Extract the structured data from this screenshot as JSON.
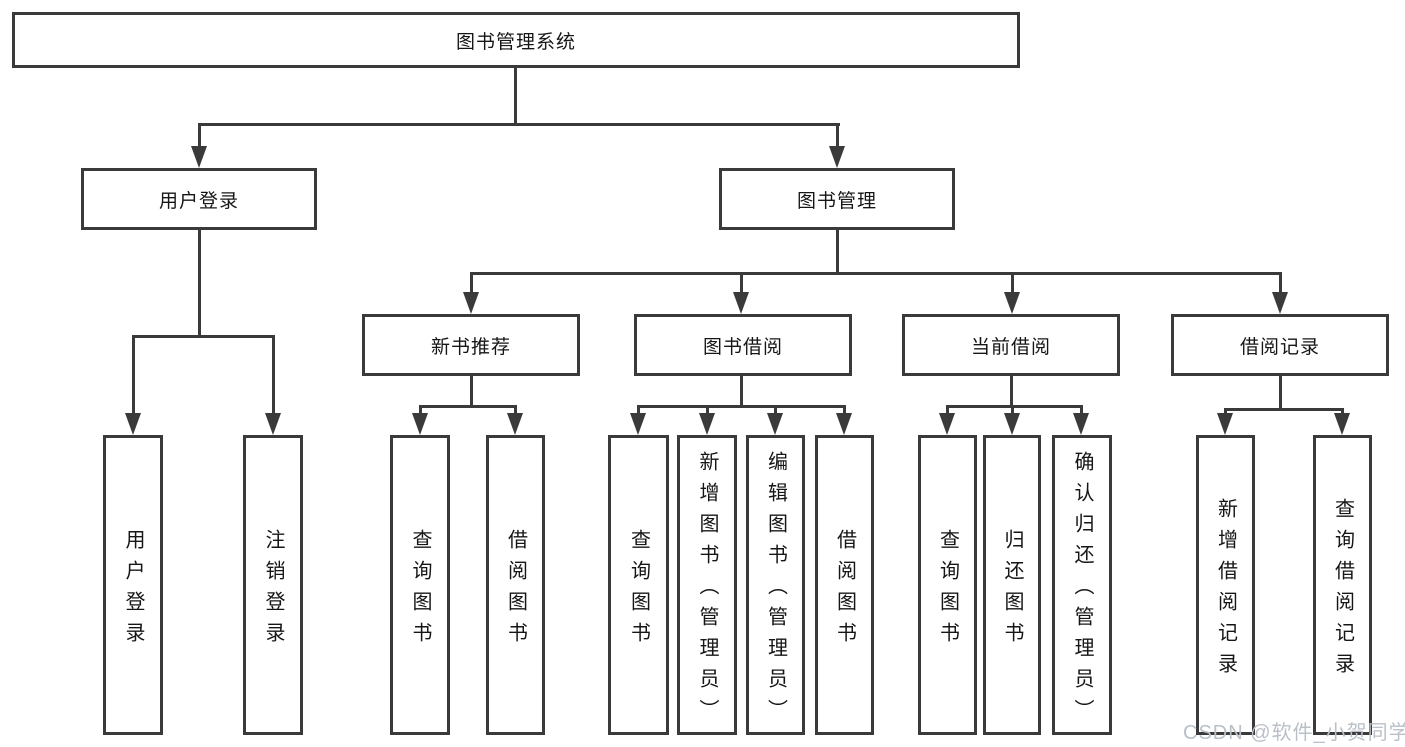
{
  "diagram": {
    "root": {
      "label": "图书管理系统"
    },
    "children": [
      {
        "label": "用户登录",
        "children": [
          {
            "label": "用户登录"
          },
          {
            "label": "注销登录"
          }
        ]
      },
      {
        "label": "图书管理",
        "children": [
          {
            "label": "新书推荐",
            "children": [
              {
                "label": "查询图书"
              },
              {
                "label": "借阅图书"
              }
            ]
          },
          {
            "label": "图书借阅",
            "children": [
              {
                "label": "查询图书"
              },
              {
                "label": "新增图书（管理员）"
              },
              {
                "label": "编辑图书（管理员）"
              },
              {
                "label": "借阅图书"
              }
            ]
          },
          {
            "label": "当前借阅",
            "children": [
              {
                "label": "查询图书"
              },
              {
                "label": "归还图书"
              },
              {
                "label": "确认归还（管理员）"
              }
            ]
          },
          {
            "label": "借阅记录",
            "children": [
              {
                "label": "新增借阅记录"
              },
              {
                "label": "查询借阅记录"
              }
            ]
          }
        ]
      }
    ]
  },
  "watermark": {
    "text": "CSDN @软件_小贺同学"
  },
  "colors": {
    "line": "#3a3a3a",
    "text": "#161616",
    "background": "#ffffff",
    "watermark": "#b9c0c8"
  }
}
